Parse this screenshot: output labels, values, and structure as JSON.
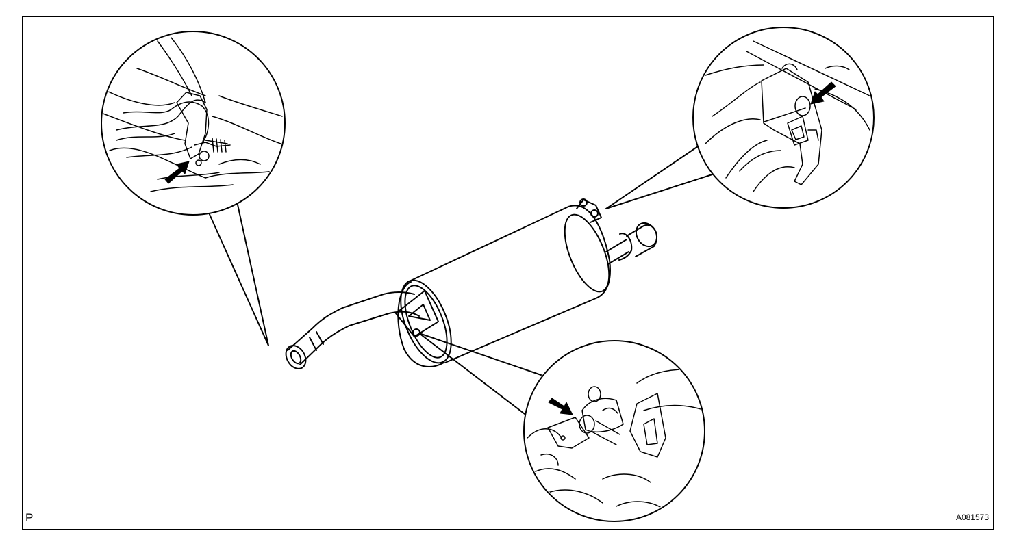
{
  "figure": {
    "corner_letter": "P",
    "figure_code": "A081573"
  },
  "parts": {
    "main_part": "muffler-assembly",
    "callouts": [
      {
        "id": "front-clamp-bolt",
        "arrow": "pointing-up-right"
      },
      {
        "id": "rear-hanger-bracket",
        "arrow": "pointing-down-left"
      },
      {
        "id": "middle-hanger-bracket",
        "arrow": "pointing-down-right"
      }
    ]
  },
  "colors": {
    "ink": "#000000",
    "paper": "#ffffff"
  }
}
